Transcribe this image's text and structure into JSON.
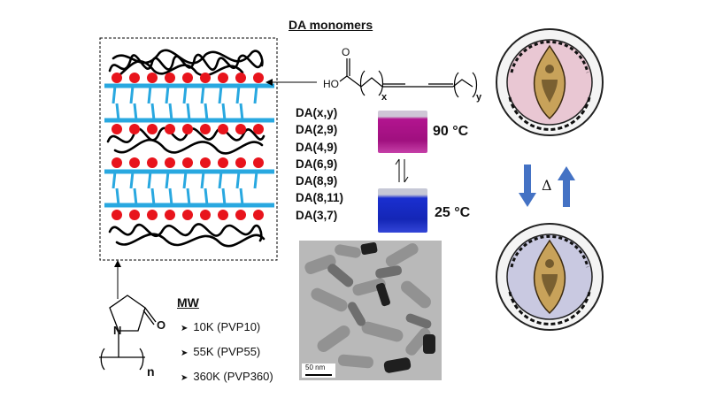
{
  "da_title": "DA monomers",
  "da_list": [
    "DA(x,y)",
    "DA(2,9)",
    "DA(4,9)",
    "DA(6,9)",
    "DA(8,9)",
    "DA(8,11)",
    "DA(3,7)"
  ],
  "temps": {
    "hot": "90 °C",
    "cold": "25 °C"
  },
  "structure_labels": {
    "o": "O",
    "ho": "HO",
    "x": "x",
    "y": "y"
  },
  "mw_title": "MW",
  "mw_items": [
    "10K (PVP10)",
    "55K (PVP55)",
    "360K (PVP360)"
  ],
  "pvp_labels": {
    "o": "O",
    "n_atom": "N",
    "n_sub": "n"
  },
  "scale_bar": "50 nm",
  "delta": "Δ",
  "colors": {
    "layer": "#29a8e0",
    "headgroup": "#e8141c",
    "vial_hot": "#b2148f",
    "vial_cold": "#1a2fd0",
    "seal_hot_bg": "#e9c7d3",
    "seal_cold_bg": "#c9c9e1",
    "arrow": "#4472c4"
  }
}
